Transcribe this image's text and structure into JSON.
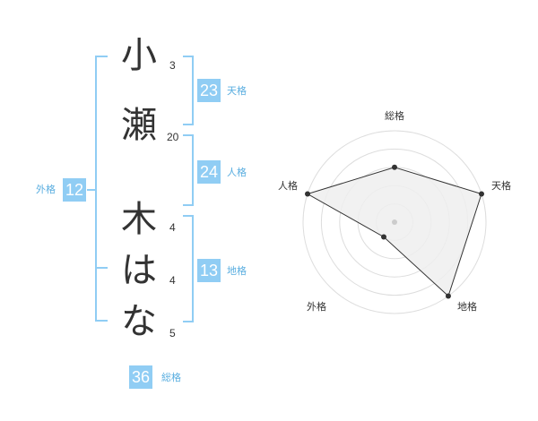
{
  "name": {
    "characters": [
      {
        "char": "小",
        "strokes": "3"
      },
      {
        "char": "瀬",
        "strokes": "20"
      },
      {
        "char": "木",
        "strokes": "4"
      },
      {
        "char": "は",
        "strokes": "4"
      },
      {
        "char": "な",
        "strokes": "5"
      }
    ]
  },
  "fortune": {
    "tenkaku": {
      "label": "天格",
      "value": "23"
    },
    "jinkaku": {
      "label": "人格",
      "value": "24"
    },
    "chikaku": {
      "label": "地格",
      "value": "13"
    },
    "gaikaku": {
      "label": "外格",
      "value": "12"
    },
    "soukaku": {
      "label": "総格",
      "value": "36"
    }
  },
  "radar": {
    "axes": [
      "総格",
      "天格",
      "地格",
      "外格",
      "人格"
    ],
    "levels": 5,
    "scores": [
      3,
      5,
      5,
      1,
      5
    ],
    "colors": {
      "fill": "#eeeeee",
      "line": "#333333",
      "grid": "#dddddd",
      "center": "#cccccc"
    }
  },
  "colors": {
    "accent": "#90cdf4",
    "label": "#5aaee0",
    "text": "#333333"
  }
}
